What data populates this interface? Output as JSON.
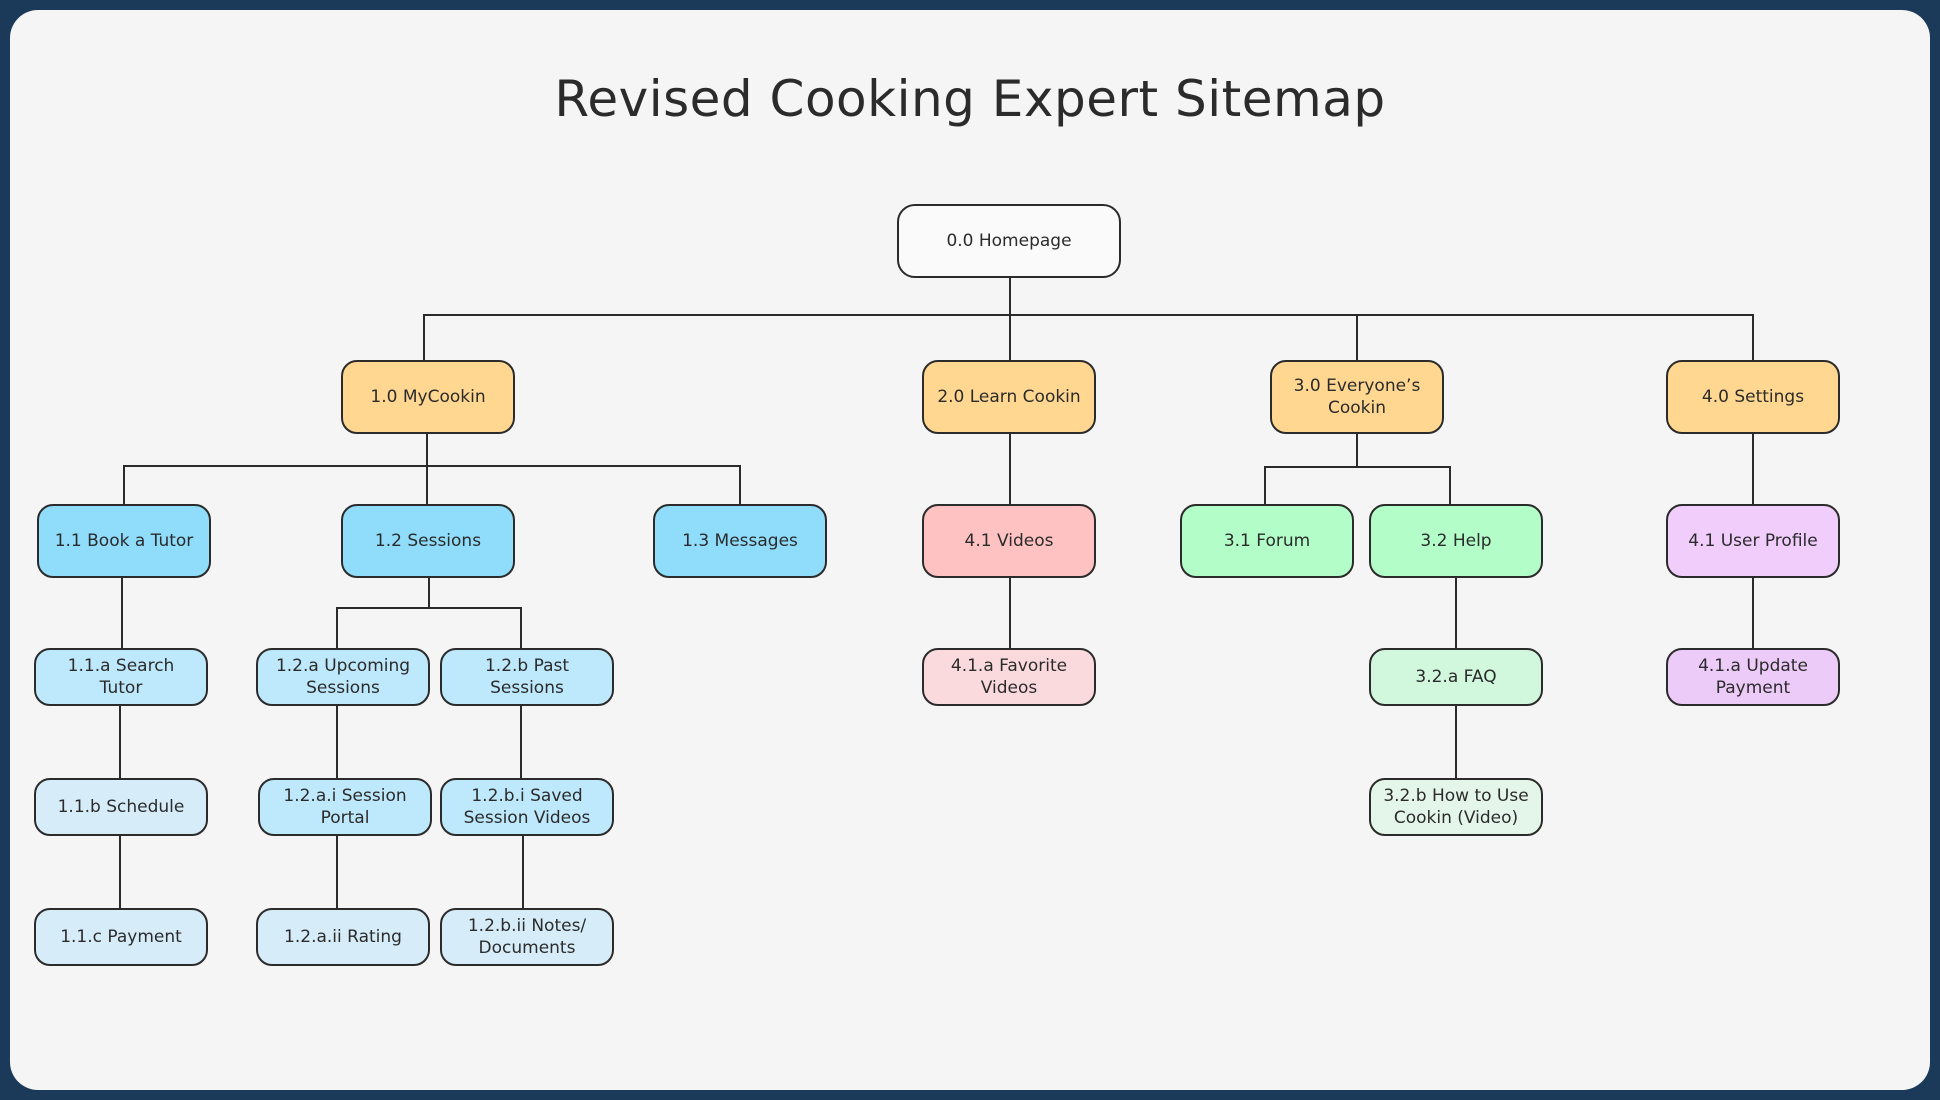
{
  "title": "Revised Cooking Expert Sitemap",
  "colors": {
    "frame": "#1b3a5a",
    "background": "#f5f5f5",
    "root": "#fafafa",
    "level1": "#ffd791",
    "mycookin": "#8fdcfb",
    "learn": "#ffc2c2",
    "everyone": "#b2fdc8",
    "settings": "#f0cdfb"
  },
  "nodes": {
    "homepage": "0.0 Homepage",
    "mycookin": "1.0 MyCookin",
    "learn_cookin": "2.0 Learn Cookin",
    "everyones_cookin": "3.0 Everyone’s Cookin",
    "settings": "4.0 Settings",
    "book_tutor": "1.1 Book a Tutor",
    "sessions": "1.2 Sessions",
    "messages": "1.3 Messages",
    "videos": "4.1 Videos",
    "forum": "3.1 Forum",
    "help": "3.2 Help",
    "user_profile": "4.1 User Profile",
    "search_tutor": "1.1.a Search Tutor",
    "upcoming_sessions": "1.2.a Upcoming Sessions",
    "past_sessions": "1.2.b Past Sessions",
    "favorite_videos": "4.1.a Favorite Videos",
    "faq": "3.2.a FAQ",
    "update_payment": "4.1.a Update Payment",
    "schedule": "1.1.b Schedule",
    "session_portal": "1.2.a.i Session Portal",
    "saved_session_videos": "1.2.b.i Saved Session Videos",
    "how_to_use": "3.2.b How to Use Cookin (Video)",
    "payment": "1.1.c Payment",
    "rating": "1.2.a.ii Rating",
    "notes_documents": "1.2.b.ii Notes/ Documents"
  }
}
